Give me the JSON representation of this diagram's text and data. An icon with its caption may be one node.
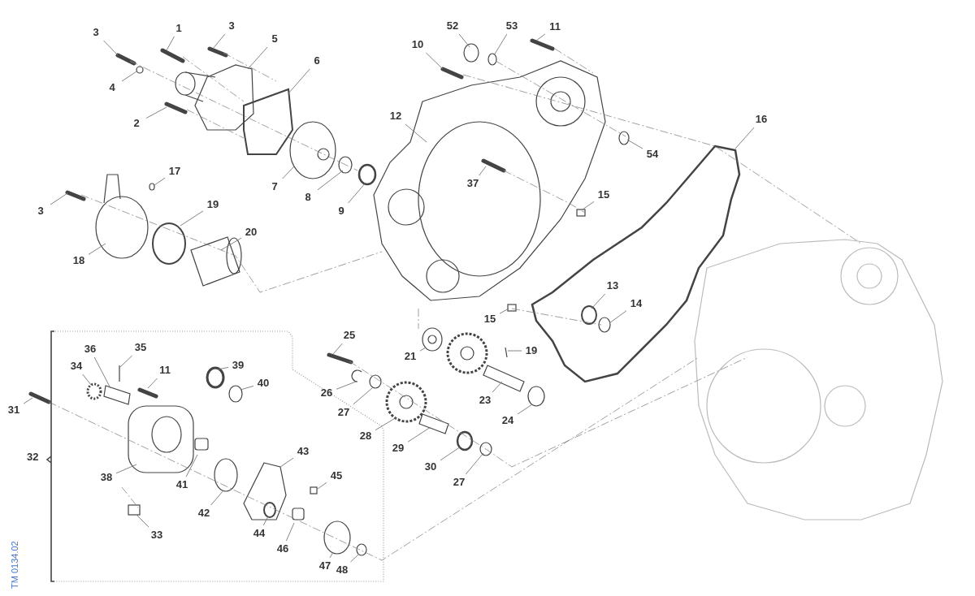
{
  "diagram": {
    "nodes": [
      {
        "text": [
          "3"
        ]
      },
      {
        "text": [
          "1"
        ]
      },
      {
        "text": [
          "3"
        ]
      },
      {
        "text": [
          "5"
        ]
      },
      {
        "text": [
          "52"
        ]
      },
      {
        "text": [
          "53"
        ]
      },
      {
        "text": [
          "11"
        ]
      },
      {
        "text": [
          "10"
        ]
      },
      {
        "text": [
          "6"
        ]
      },
      {
        "text": [
          "4"
        ]
      },
      {
        "text": [
          "12"
        ]
      },
      {
        "text": [
          "16"
        ]
      },
      {
        "text": [
          "2"
        ]
      },
      {
        "text": [
          "54"
        ]
      },
      {
        "text": [
          "17"
        ]
      },
      {
        "text": [
          "7"
        ]
      },
      {
        "text": [
          "8"
        ]
      },
      {
        "text": [
          "9"
        ]
      },
      {
        "text": [
          "37"
        ]
      },
      {
        "text": [
          "15"
        ]
      },
      {
        "text": [
          "3"
        ]
      },
      {
        "text": [
          "19"
        ]
      },
      {
        "text": [
          "20"
        ]
      },
      {
        "text": [
          "18"
        ]
      },
      {
        "text": [
          "13"
        ]
      },
      {
        "text": [
          "14"
        ]
      },
      {
        "text": [
          "15"
        ]
      },
      {
        "text": [
          "25"
        ]
      },
      {
        "text": [
          "35"
        ]
      },
      {
        "text": [
          "36"
        ]
      },
      {
        "text": [
          "39"
        ]
      },
      {
        "text": [
          "19"
        ]
      },
      {
        "text": [
          "21"
        ]
      },
      {
        "text": [
          "34"
        ]
      },
      {
        "text": [
          "11"
        ]
      },
      {
        "text": [
          "40"
        ]
      },
      {
        "text": [
          "26"
        ]
      },
      {
        "text": [
          "23"
        ]
      },
      {
        "text": [
          "31"
        ]
      },
      {
        "text": [
          "27"
        ]
      },
      {
        "text": [
          "24"
        ]
      },
      {
        "text": [
          "28"
        ]
      },
      {
        "text": [
          "29"
        ]
      },
      {
        "text": [
          "43"
        ]
      },
      {
        "text": [
          "38"
        ]
      },
      {
        "text": [
          "41"
        ]
      },
      {
        "text": [
          "30"
        ]
      },
      {
        "text": [
          "45"
        ]
      },
      {
        "text": [
          "27"
        ]
      },
      {
        "text": [
          "42"
        ]
      },
      {
        "text": [
          "33"
        ]
      },
      {
        "text": [
          "44"
        ]
      },
      {
        "text": [
          "46"
        ]
      },
      {
        "text": [
          "47"
        ]
      },
      {
        "text": [
          "48"
        ]
      }
    ],
    "edges": [
      {
        "from": 0,
        "to": null,
        "arrow": "none"
      },
      {
        "from": 1,
        "to": null,
        "arrow": "none"
      },
      {
        "from": 2,
        "to": null,
        "arrow": "none"
      },
      {
        "from": 3,
        "to": null,
        "arrow": "none"
      },
      {
        "from": 4,
        "to": null,
        "arrow": "none"
      },
      {
        "from": 5,
        "to": null,
        "arrow": "none"
      },
      {
        "from": 6,
        "to": null,
        "arrow": "none"
      },
      {
        "from": 7,
        "to": null,
        "arrow": "none"
      },
      {
        "from": 8,
        "to": null,
        "arrow": "none"
      },
      {
        "from": 9,
        "to": null,
        "arrow": "none"
      },
      {
        "from": 10,
        "to": null,
        "arrow": "none"
      },
      {
        "from": 11,
        "to": null,
        "arrow": "none"
      },
      {
        "from": 12,
        "to": null,
        "arrow": "none"
      },
      {
        "from": 13,
        "to": null,
        "arrow": "none"
      },
      {
        "from": 14,
        "to": null,
        "arrow": "none"
      },
      {
        "from": 15,
        "to": null,
        "arrow": "none"
      },
      {
        "from": 16,
        "to": null,
        "arrow": "none"
      },
      {
        "from": 17,
        "to": null,
        "arrow": "none"
      },
      {
        "from": 18,
        "to": null,
        "arrow": "none"
      },
      {
        "from": 19,
        "to": null,
        "arrow": "none"
      },
      {
        "from": 20,
        "to": null,
        "arrow": "none"
      },
      {
        "from": 21,
        "to": null,
        "arrow": "none"
      },
      {
        "from": 22,
        "to": null,
        "arrow": "none"
      },
      {
        "from": 23,
        "to": null,
        "arrow": "none"
      },
      {
        "from": 24,
        "to": null,
        "arrow": "none"
      },
      {
        "from": 25,
        "to": null,
        "arrow": "none"
      },
      {
        "from": 26,
        "to": null,
        "arrow": "none"
      },
      {
        "from": 27,
        "to": null,
        "arrow": "none"
      },
      {
        "from": 28,
        "to": null,
        "arrow": "none"
      },
      {
        "from": 29,
        "to": null,
        "arrow": "none"
      },
      {
        "from": 30,
        "to": null,
        "arrow": "none"
      },
      {
        "from": 31,
        "to": null,
        "arrow": "none"
      },
      {
        "from": 32,
        "to": null,
        "arrow": "none"
      },
      {
        "from": 33,
        "to": null,
        "arrow": "none"
      },
      {
        "from": 34,
        "to": null,
        "arrow": "none"
      },
      {
        "from": 35,
        "to": null,
        "arrow": "none"
      },
      {
        "from": 36,
        "to": null,
        "arrow": "none"
      },
      {
        "from": 37,
        "to": null,
        "arrow": "none"
      },
      {
        "from": 38,
        "to": null,
        "arrow": "none"
      },
      {
        "from": 39,
        "to": null,
        "arrow": "none"
      },
      {
        "from": 40,
        "to": null,
        "arrow": "none"
      },
      {
        "from": 41,
        "to": null,
        "arrow": "none"
      },
      {
        "from": 42,
        "to": null,
        "arrow": "none"
      },
      {
        "from": 43,
        "to": null,
        "arrow": "none"
      },
      {
        "from": 44,
        "to": null,
        "arrow": "none"
      },
      {
        "from": 45,
        "to": null,
        "arrow": "none"
      },
      {
        "from": 46,
        "to": null,
        "arrow": "none"
      },
      {
        "from": 47,
        "to": null,
        "arrow": "none"
      },
      {
        "from": 48,
        "to": null,
        "arrow": "none"
      },
      {
        "from": 49,
        "to": null,
        "arrow": "none"
      },
      {
        "from": 50,
        "to": null,
        "arrow": "none"
      },
      {
        "from": 51,
        "to": null,
        "arrow": "none"
      },
      {
        "from": 52,
        "to": null,
        "arrow": "none"
      },
      {
        "from": 53,
        "to": null,
        "arrow": "none"
      },
      {
        "from": 54,
        "to": null,
        "arrow": "none"
      }
    ],
    "labels": [
      "32",
      "TM 0134.02"
    ]
  }
}
